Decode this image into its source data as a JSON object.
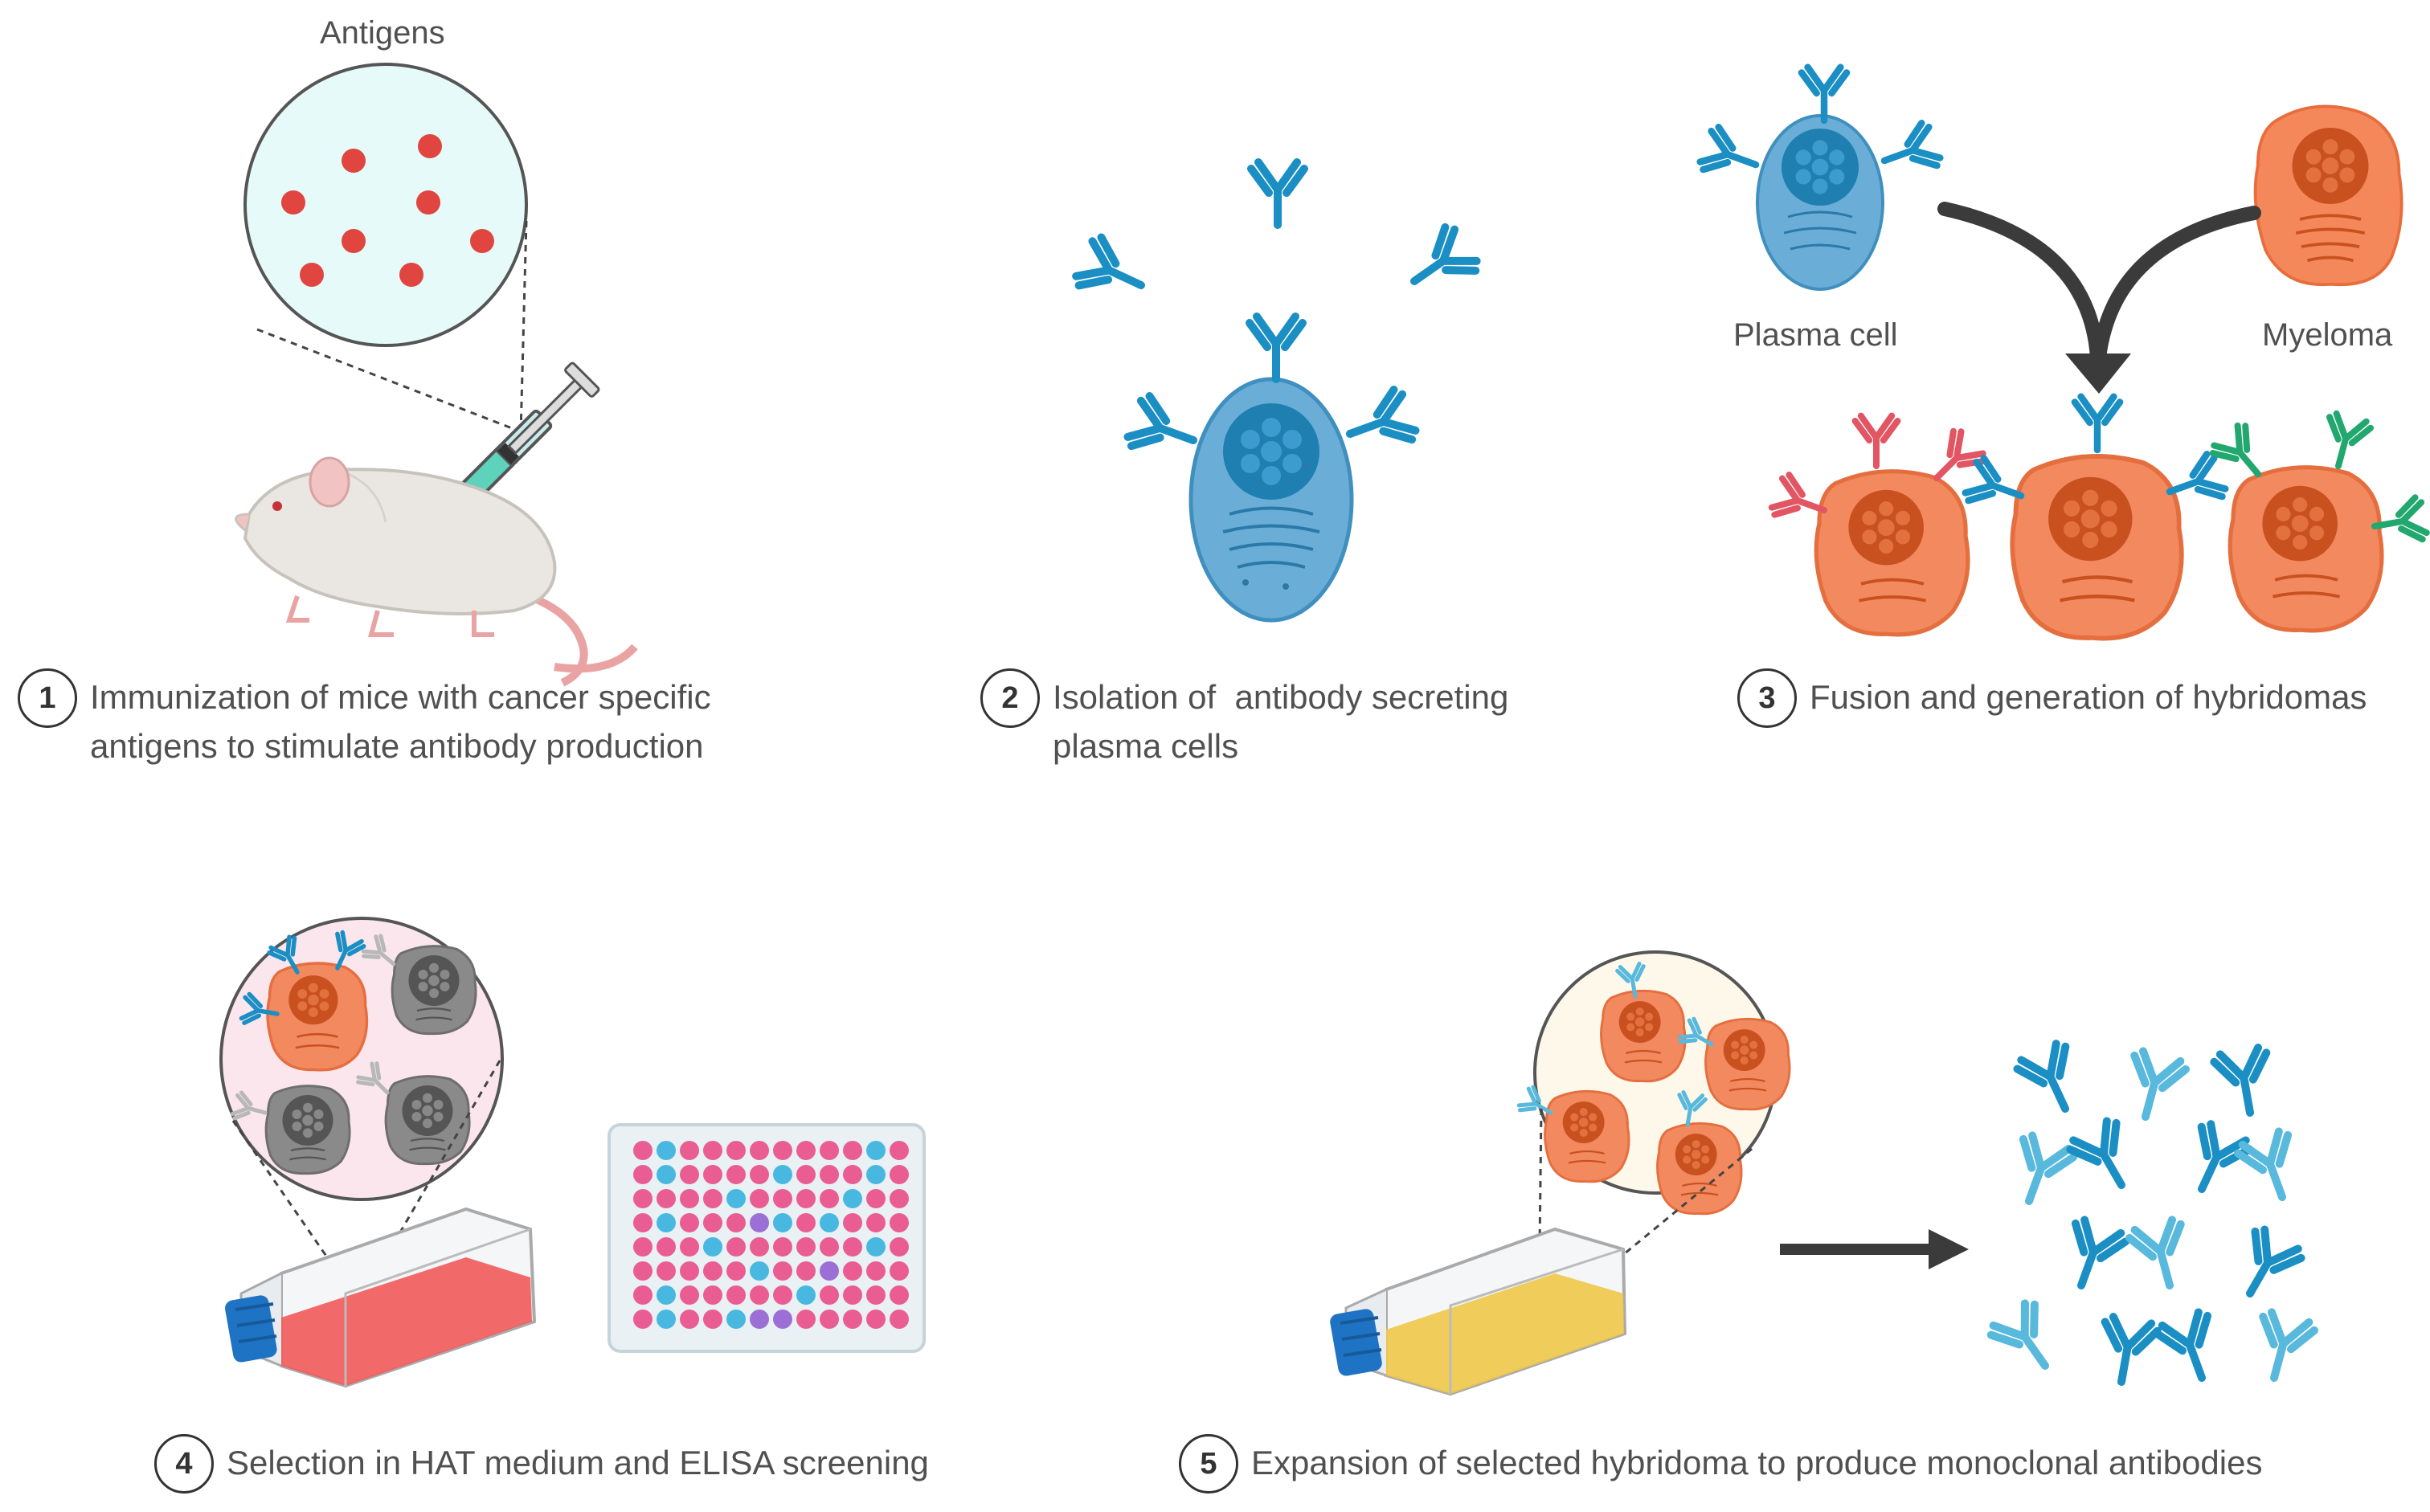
{
  "labels": {
    "antigens": "Antigens",
    "plasma_cell": "Plasma cell",
    "myeloma": "Myeloma"
  },
  "steps": [
    {
      "num": "1",
      "line1": "Immunization of mice with cancer specific",
      "line2": "antigens to stimulate antibody production"
    },
    {
      "num": "2",
      "line1": "Isolation of  antibody secreting",
      "line2": "plasma cells"
    },
    {
      "num": "3",
      "line1": "Fusion and generation of hybridomas",
      "line2": ""
    },
    {
      "num": "4",
      "line1": "Selection in HAT medium and ELISA screening",
      "line2": ""
    },
    {
      "num": "5",
      "line1": "Expansion of selected hybridoma to produce monoclonal antibodies",
      "line2": ""
    }
  ],
  "colors": {
    "antibody_blue": "#1b8fc4",
    "antibody_light": "#58b9dc",
    "antibody_red": "#e25563",
    "antibody_green": "#22a86f",
    "plasma_cell": "#6aaed8",
    "myeloma": "#f4885a",
    "antigen_dot": "#e0453f",
    "well_pink": "#ea5d92",
    "well_blue": "#49b8e0",
    "well_purple": "#9b6fd6",
    "flask_red": "#f25a5a",
    "flask_yellow": "#f0c848",
    "arrow": "#3b3b3b"
  },
  "icons": [
    "syringe-icon",
    "mouse-icon",
    "flask-icon",
    "well-plate-icon",
    "antibody-icon",
    "cell-icon",
    "arrow-icon"
  ]
}
